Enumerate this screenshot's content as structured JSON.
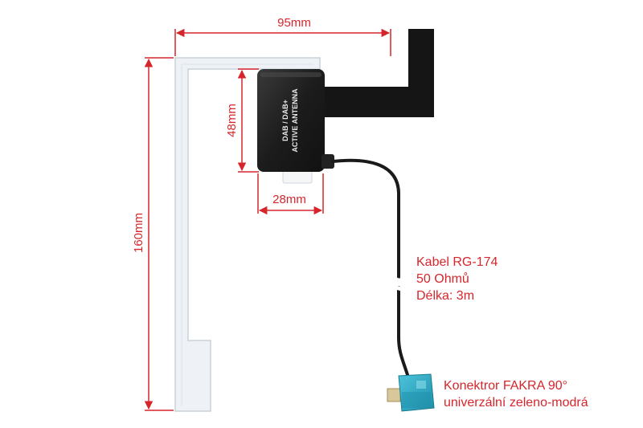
{
  "dimensions": {
    "width_total": "95mm",
    "height_total": "160mm",
    "module_height": "48mm",
    "module_width": "28mm"
  },
  "module_label": {
    "line1": "DAB / DAB+",
    "line2": "ACTIVE ANTENNA"
  },
  "cable_spec": {
    "line1": "Kabel RG-174",
    "line2": "50 Ohmů",
    "line3": "Délka: 3m"
  },
  "connector_spec": {
    "line1": "Konektror FAKRA 90°",
    "line2": "univerzální zeleno-modrá"
  },
  "colors": {
    "dimension": "#d6262c",
    "connector": "#2aa8c4",
    "antenna": "#1a1a1a",
    "frame": "#eef2f6"
  }
}
